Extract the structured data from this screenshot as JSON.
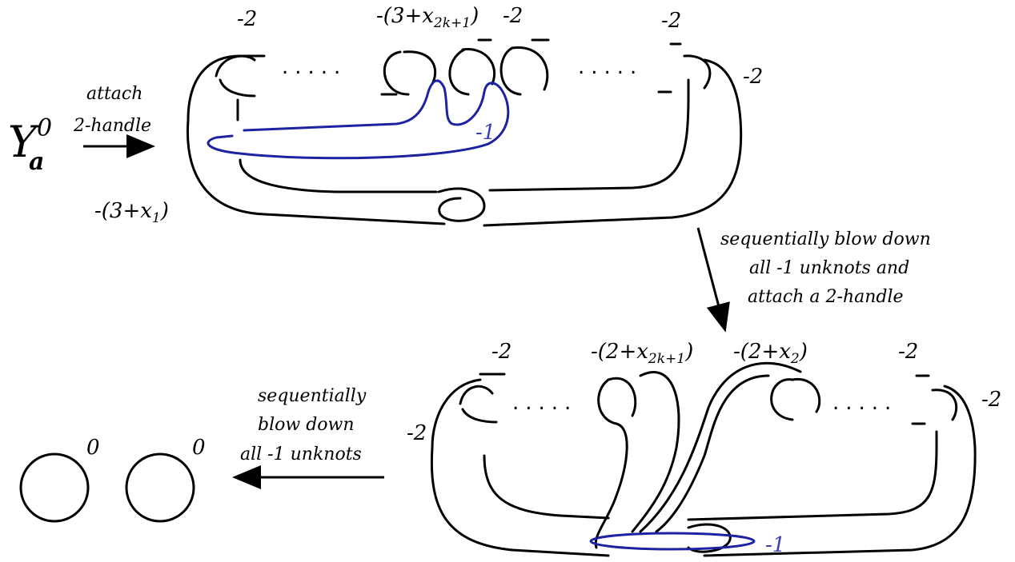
{
  "space": {
    "letter": "Y",
    "superscript": "0",
    "subscript": "a"
  },
  "top_arrow_text": [
    "attach",
    "2-handle"
  ],
  "down_arrow_text": [
    "sequentially blow down",
    "all -1 unknots and",
    "attach a 2-handle"
  ],
  "left_arrow_text": [
    "sequentially",
    "blow down",
    "all -1 unknots"
  ],
  "top_diagram": {
    "labels": {
      "left_top": "-2",
      "middle": "-(3+x",
      "middle_sub": "2k+1",
      "middle_close": ")",
      "right_of_middle": "-2",
      "right_top": "-2",
      "right_side": "-2",
      "bottom_left": "-(3+x",
      "bottom_left_sub": "1",
      "bottom_left_close": ")",
      "blue_coeff": "-1"
    },
    "dots": "....."
  },
  "bottom_diagram": {
    "labels": {
      "left_top": "-2",
      "mid1": "-(2+x",
      "mid1_sub": "2k+1",
      "mid1_close": ")",
      "mid2": "-(2+x",
      "mid2_sub": "2",
      "mid2_close": ")",
      "right_top": "-2",
      "right_side": "-2",
      "left_side": "-2",
      "blue_coeff": "-1"
    },
    "dots": "....."
  },
  "result_labels": [
    "0",
    "0"
  ],
  "colors": {
    "knot": "#000000",
    "unknot_blue": "#1d22a0"
  }
}
